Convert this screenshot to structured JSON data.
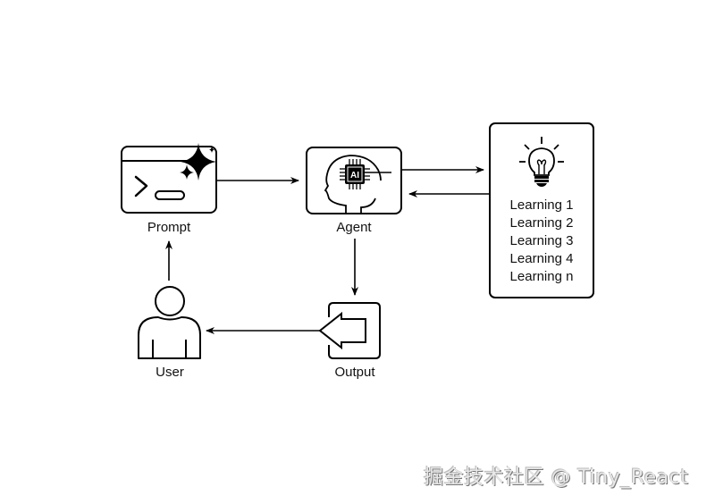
{
  "nodes": {
    "prompt": {
      "label": "Prompt",
      "icon": "terminal-sparkle-icon"
    },
    "agent": {
      "label": "Agent",
      "icon": "ai-head-icon",
      "chip_text": "AI"
    },
    "learnings": {
      "icon": "lightbulb-icon",
      "items": [
        "Learning 1",
        "Learning 2",
        "Learning 3",
        "Learning 4",
        "Learning n"
      ]
    },
    "output": {
      "label": "Output",
      "icon": "output-arrow-icon"
    },
    "user": {
      "label": "User",
      "icon": "user-icon"
    }
  },
  "edges": [
    {
      "from": "prompt",
      "to": "agent"
    },
    {
      "from": "agent",
      "to": "learnings"
    },
    {
      "from": "learnings",
      "to": "agent"
    },
    {
      "from": "agent",
      "to": "output"
    },
    {
      "from": "output",
      "to": "user"
    },
    {
      "from": "user",
      "to": "prompt"
    }
  ],
  "watermark": "掘金技术社区 @ Tiny_React"
}
